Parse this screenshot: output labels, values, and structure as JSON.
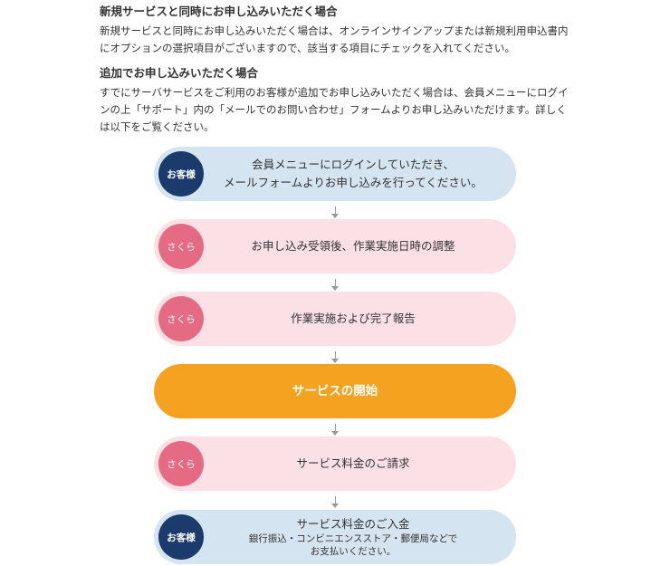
{
  "section1": {
    "title": "新規サービスと同時にお申し込みいただく場合",
    "body": "新規サービスと同時にお申し込みいただく場合は、オンラインサインアップまたは新規利用申込書内にオプションの選択項目がございますので、該当する項目にチェックを入れてください。"
  },
  "section2": {
    "title": "追加でお申し込みいただく場合",
    "body": "すでにサーバサービスをご利用のお客様が追加でお申し込みいただく場合は、会員メニューにログインの上「サポート」内の「メールでのお問い合わせ」フォームよりお申し込みいただけます。詳しくは以下をご覧ください。"
  },
  "flow": {
    "steps": [
      {
        "badge": "お客様",
        "line1": "会員メニューにログインしていただき、",
        "line2": "メールフォームよりお申し込みを行ってください。"
      },
      {
        "badge": "さくら",
        "line1": "お申し込み受領後、作業実施日時の調整"
      },
      {
        "badge": "さくら",
        "line1": "作業実施および完了報告"
      },
      {
        "line1": "サービスの開始"
      },
      {
        "badge": "さくら",
        "line1": "サービス料金のご請求"
      },
      {
        "badge": "お客様",
        "line1": "サービス料金のご入金",
        "sub1": "銀行振込・コンビニエンスストア・郵便局などで",
        "sub2": "お支払いください。"
      }
    ]
  },
  "colors": {
    "customer_badge": "#1a3b6b",
    "customer_bg": "#d5e4f1",
    "sakura_badge": "#e56b85",
    "sakura_bg": "#fbe1e5",
    "start_bg": "#f4a21f"
  }
}
